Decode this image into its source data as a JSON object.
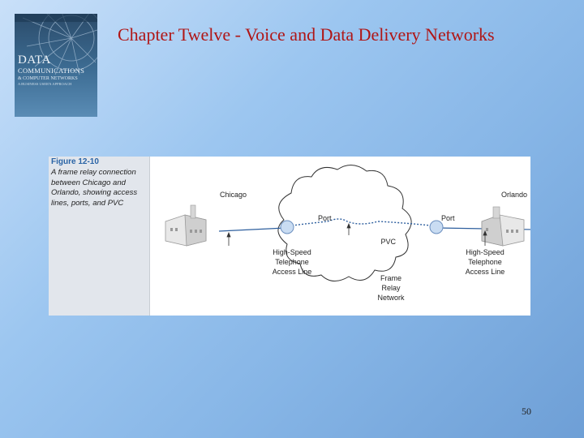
{
  "slide": {
    "title": "Chapter Twelve - Voice and Data Delivery Networks",
    "page_number": "50"
  },
  "book_cover": {
    "line1": "DATA",
    "line2": "COMMUNICATIONS",
    "line3": "& COMPUTER NETWORKS",
    "line4": "A BUSINESS USER'S APPROACH"
  },
  "figure": {
    "number": "Figure 12-10",
    "caption": "A frame relay connection between Chicago and Orlando, showing access lines, ports, and PVC",
    "labels": {
      "left_city": "Chicago",
      "right_city": "Orlando",
      "left_port": "Port",
      "right_port": "Port",
      "pvc": "PVC",
      "left_access": [
        "High-Speed",
        "Telephone",
        "Access Line"
      ],
      "right_access": [
        "High-Speed",
        "Telephone",
        "Access Line"
      ],
      "network": [
        "Frame",
        "Relay",
        "Network"
      ]
    }
  }
}
